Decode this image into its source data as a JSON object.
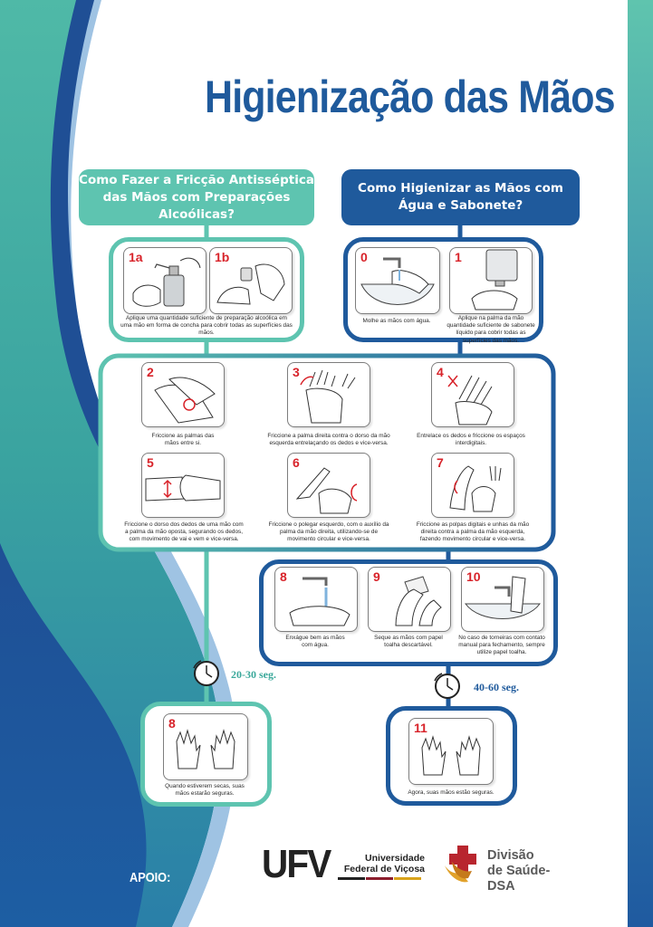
{
  "title": "Higienização das Mãos",
  "colors": {
    "teal": "#5ec4b0",
    "blue": "#1f5a9c",
    "dark_blue": "#1e5da0",
    "red": "#d8232a"
  },
  "left_header": "Como Fazer a Fricção Antisséptica das Mãos com Preparações Alcoólicas?",
  "right_header": "Como Higienizar as Mãos com Água e Sabonete?",
  "alcohol_top": {
    "steps": [
      {
        "num": "1a",
        "icon": "sanitizer-pump-icon"
      },
      {
        "num": "1b",
        "icon": "hands-cupped-icon"
      }
    ],
    "caption": "Aplique uma quantidade suficiente de preparação alcoólica em uma mão em forma de concha para cobrir todas as superfícies das mãos."
  },
  "water_top": [
    {
      "num": "0",
      "caption": "Molhe as mãos com água.",
      "icon": "sink-faucet-icon"
    },
    {
      "num": "1",
      "caption": "Aplique na palma da mão quantidade suficiente de sabonete líquido para cobrir todas as superfícies das mãos.",
      "icon": "soap-dispenser-icon"
    }
  ],
  "shared_steps": [
    {
      "num": "2",
      "caption": "Friccione as palmas das mãos entre si."
    },
    {
      "num": "3",
      "caption": "Friccione a palma direita contra o dorso da mão esquerda entrelaçando os dedos e vice-versa."
    },
    {
      "num": "4",
      "caption": "Entrelace os dedos e friccione os espaços interdigitais."
    },
    {
      "num": "5",
      "caption": "Friccione o dorso dos dedos de uma mão com a palma da mão oposta, segurando os dedos, com movimento de vai e vem e vice-versa."
    },
    {
      "num": "6",
      "caption": "Friccione o polegar esquerdo, com o auxílio da palma da mão direita, utilizando-se de movimento circular e vice-versa."
    },
    {
      "num": "7",
      "caption": "Friccione as polpas digitais e unhas da mão direita contra a palma da mão esquerda, fazendo movimento circular e vice-versa."
    }
  ],
  "water_end": [
    {
      "num": "8",
      "caption": "Enxágue bem as mãos com água."
    },
    {
      "num": "9",
      "caption": "Seque as mãos com papel toalha descartável."
    },
    {
      "num": "10",
      "caption": "No caso de torneiras com contato manual para fechamento, sempre utilize papel toalha."
    }
  ],
  "alcohol_time": "20-30 seg.",
  "water_time": "40-60 seg.",
  "alcohol_final": {
    "num": "8",
    "caption": "Quando estiverem secas, suas mãos estarão seguras."
  },
  "water_final": {
    "num": "11",
    "caption": "Agora, suas mãos estão seguras."
  },
  "footer": {
    "support_label": "APOIO:",
    "ufv_logo": "UFV",
    "ufv_name": "Universidade Federal de Viçosa",
    "dsa_name": "Divisão de Saúde-DSA"
  }
}
